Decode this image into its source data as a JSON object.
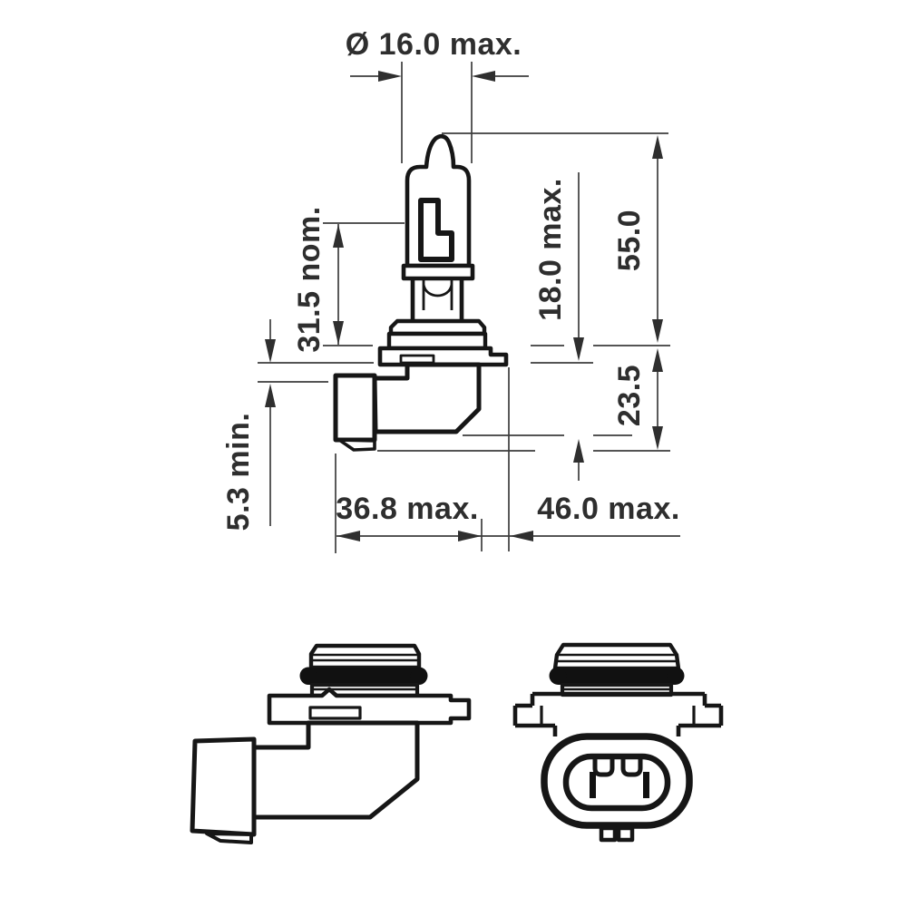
{
  "page": {
    "background": "#ffffff"
  },
  "drawing": {
    "labels": {
      "dia": "Ø 16.0 max.",
      "l315": "31.5 nom.",
      "l180": "18.0 max.",
      "l550": "55.0",
      "l235": "23.5",
      "l53": "5.3 min.",
      "l368": "36.8 max.",
      "l460": "46.0 max."
    },
    "colors": {
      "outline": "#161616",
      "dimension_lines": "#3d3d3d",
      "arrow": "#2f2f2f",
      "text": "#2e2e2e",
      "background": "#ffffff"
    }
  }
}
